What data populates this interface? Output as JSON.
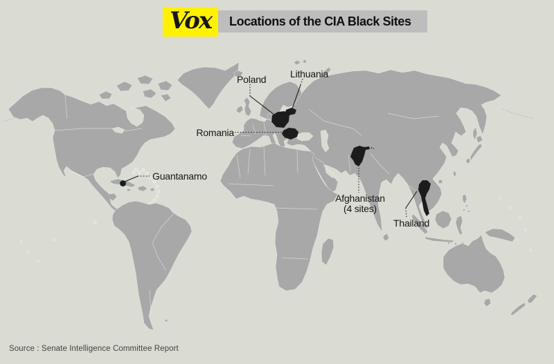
{
  "header": {
    "logo_text": "Vox",
    "title": "Locations of the CIA Black Sites"
  },
  "map": {
    "labels": [
      {
        "id": "poland",
        "text": "Poland"
      },
      {
        "id": "lithuania",
        "text": "Lithuania"
      },
      {
        "id": "romania",
        "text": "Romania"
      },
      {
        "id": "guantanamo",
        "text": "Guantanamo"
      },
      {
        "id": "afghanistan",
        "text": "Afghanistan",
        "text2": "(4 sites)"
      },
      {
        "id": "thailand",
        "text": "Thailand"
      }
    ]
  },
  "footer": {
    "source": "Source :  Senate Intelligence Committee Report"
  },
  "colors": {
    "background": "#dadbd2",
    "land": "#a8a8a8",
    "highlight": "#1c1c1c",
    "brand_yellow": "#fff200",
    "title_bar": "#bdbdbd"
  }
}
